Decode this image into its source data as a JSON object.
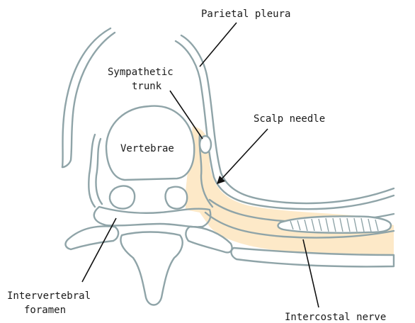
{
  "labels": {
    "parietal_pleura": "Parietal pleura",
    "sympathetic_trunk_line1": "Sympathetic",
    "sympathetic_trunk_line2": "trunk",
    "scalp_needle": "Scalp needle",
    "vertebrae": "Vertebrae",
    "intervertebral_foramen_line1": "Intervertebral",
    "intervertebral_foramen_line2": "foramen",
    "intercostal_nerve": "Intercostal nerve"
  },
  "colors": {
    "bone_outline": "#8fa4a8",
    "anesthetic_spread": "#fde7c2",
    "leader_line": "#111111",
    "text": "#1a1a1a"
  }
}
